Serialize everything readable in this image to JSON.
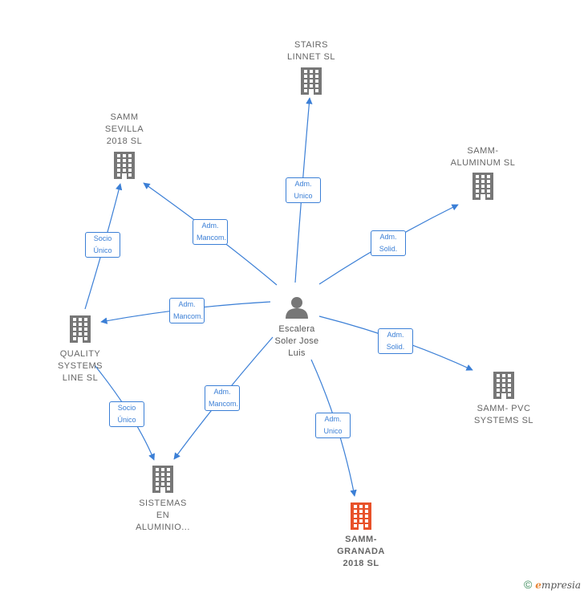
{
  "center": {
    "name_lines": [
      "Escalera",
      "Soler Jose",
      "Luis"
    ],
    "icon": "person-icon"
  },
  "companies": [
    {
      "id": "stairs",
      "lines": [
        "STAIRS",
        "LINNET  SL"
      ],
      "icon": "building-icon",
      "highlight": false
    },
    {
      "id": "sevilla",
      "lines": [
        "SAMM",
        "SEVILLA",
        "2018  SL"
      ],
      "icon": "building-icon",
      "highlight": false
    },
    {
      "id": "aluminum",
      "lines": [
        "SAMM-",
        "ALUMINUM  SL"
      ],
      "icon": "building-icon",
      "highlight": false
    },
    {
      "id": "quality",
      "lines": [
        "QUALITY",
        "SYSTEMS",
        "LINE  SL"
      ],
      "icon": "building-icon",
      "highlight": false
    },
    {
      "id": "pvc",
      "lines": [
        "SAMM- PVC",
        "SYSTEMS  SL"
      ],
      "icon": "building-icon",
      "highlight": false
    },
    {
      "id": "sistemas",
      "lines": [
        "SISTEMAS",
        "EN",
        "ALUMINIO..."
      ],
      "icon": "building-icon",
      "highlight": false
    },
    {
      "id": "granada",
      "lines": [
        "SAMM-",
        "GRANADA",
        "2018  SL"
      ],
      "icon": "building-icon",
      "highlight": true
    }
  ],
  "relations": [
    {
      "from": "center",
      "to": "stairs",
      "label_lines": [
        "Adm.",
        "Unico"
      ]
    },
    {
      "from": "center",
      "to": "sevilla",
      "label_lines": [
        "Adm.",
        "Mancom."
      ]
    },
    {
      "from": "center",
      "to": "aluminum",
      "label_lines": [
        "Adm.",
        "Solid."
      ]
    },
    {
      "from": "center",
      "to": "quality",
      "label_lines": [
        "Adm.",
        "Mancom."
      ]
    },
    {
      "from": "center",
      "to": "pvc",
      "label_lines": [
        "Adm.",
        "Solid."
      ]
    },
    {
      "from": "center",
      "to": "sistemas",
      "label_lines": [
        "Adm.",
        "Mancom."
      ]
    },
    {
      "from": "center",
      "to": "granada",
      "label_lines": [
        "Adm.",
        "Unico"
      ]
    },
    {
      "from": "quality",
      "to": "sevilla",
      "label_lines": [
        "Socio",
        "Único"
      ]
    },
    {
      "from": "quality",
      "to": "sistemas",
      "label_lines": [
        "Socio",
        "Único"
      ]
    }
  ],
  "colors": {
    "edge": "#3b7fd6",
    "building": "#777777",
    "highlight": "#e8522a",
    "person": "#777777"
  },
  "footer": {
    "copyright_symbol": "©",
    "brand_initial": "e",
    "brand_rest": "mpresia"
  }
}
